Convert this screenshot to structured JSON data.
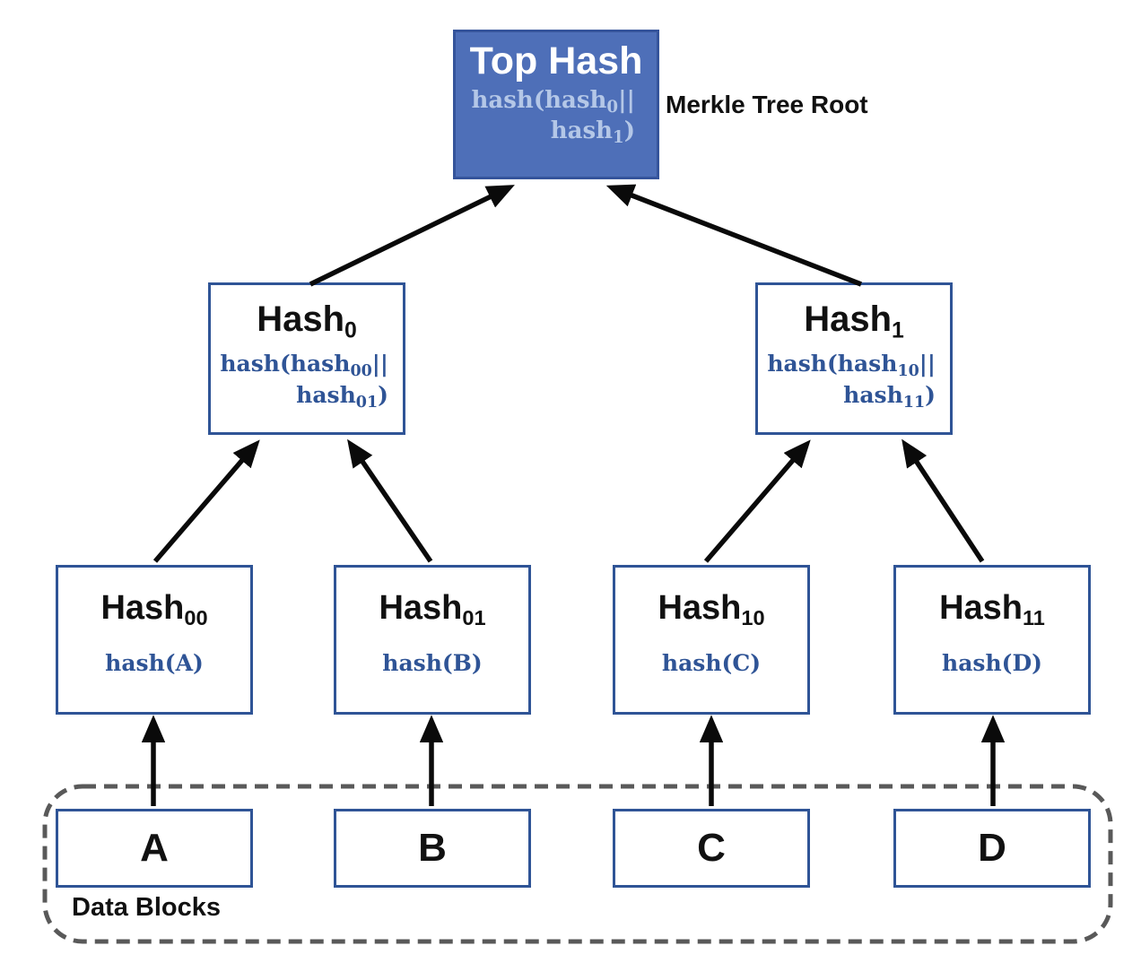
{
  "colors": {
    "top_fill": "#4e6fb8",
    "top_border": "#35549b",
    "box_border": "#2f5496",
    "formula_blue": "#2f5496",
    "top_formula": "#b4c7e7",
    "dash_gray": "#595959",
    "arrow_black": "#0a0a0a"
  },
  "root": {
    "title": "Top Hash",
    "side_label": "Merkle Tree Root",
    "formula": {
      "l1_pre": "hash(hash",
      "l1_sub": "0",
      "l1_post": "||",
      "l2_pre": "hash",
      "l2_sub": "1",
      "l2_post": ")"
    }
  },
  "level2": [
    {
      "title": "Hash",
      "title_sub": "0",
      "formula": {
        "l1_pre": "hash(hash",
        "l1_sub": "00",
        "l1_post": "||",
        "l2_pre": "hash",
        "l2_sub": "01",
        "l2_post": ")"
      }
    },
    {
      "title": "Hash",
      "title_sub": "1",
      "formula": {
        "l1_pre": "hash(hash",
        "l1_sub": "10",
        "l1_post": "||",
        "l2_pre": "hash",
        "l2_sub": "11",
        "l2_post": ")"
      }
    }
  ],
  "level3": [
    {
      "title": "Hash",
      "title_sub": "00",
      "formula": "hash(A)"
    },
    {
      "title": "Hash",
      "title_sub": "01",
      "formula": "hash(B)"
    },
    {
      "title": "Hash",
      "title_sub": "10",
      "formula": "hash(C)"
    },
    {
      "title": "Hash",
      "title_sub": "11",
      "formula": "hash(D)"
    }
  ],
  "data_blocks": {
    "label": "Data Blocks",
    "items": [
      "A",
      "B",
      "C",
      "D"
    ]
  }
}
